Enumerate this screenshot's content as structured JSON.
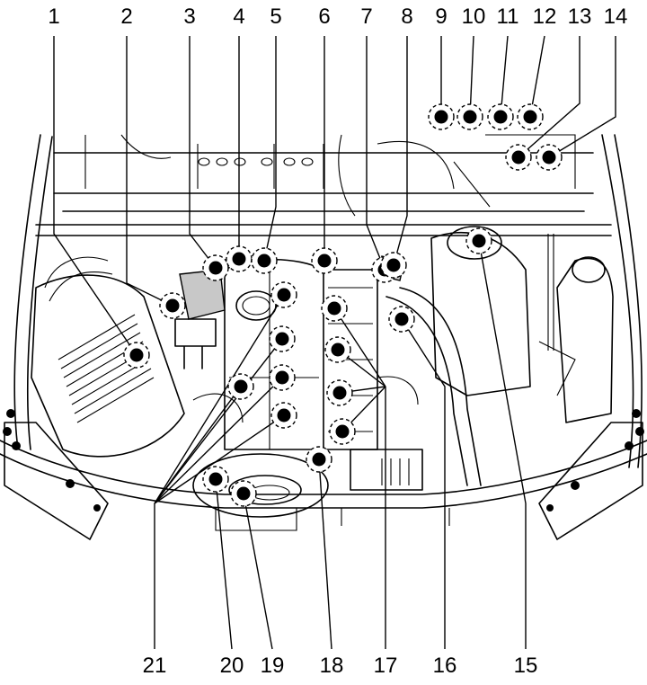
{
  "diagram": {
    "title": "Engine compartment component locations",
    "top_labels": [
      "1",
      "2",
      "3",
      "4",
      "5",
      "6",
      "7",
      "8",
      "9",
      "10",
      "11",
      "12",
      "13",
      "14"
    ],
    "bottom_labels": [
      "21",
      "20",
      "19",
      "18",
      "17",
      "16",
      "15"
    ],
    "callouts": [
      {
        "label": "1"
      },
      {
        "label": "2"
      },
      {
        "label": "3"
      },
      {
        "label": "4"
      },
      {
        "label": "5"
      },
      {
        "label": "6"
      },
      {
        "label": "7"
      },
      {
        "label": "8"
      },
      {
        "label": "9"
      },
      {
        "label": "10"
      },
      {
        "label": "11"
      },
      {
        "label": "12"
      },
      {
        "label": "13"
      },
      {
        "label": "14"
      },
      {
        "label": "15"
      },
      {
        "label": "16"
      },
      {
        "label": "17"
      },
      {
        "label": "18"
      },
      {
        "label": "19"
      },
      {
        "label": "20"
      },
      {
        "label": "21"
      }
    ],
    "colors": {
      "line": "#000000",
      "background": "#ffffff",
      "shaded_part": "#c8c8c8"
    }
  }
}
